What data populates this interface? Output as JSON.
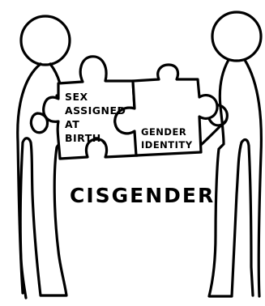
{
  "diagram": {
    "left_piece_lines": [
      "SEX",
      "ASSIGNED",
      "AT",
      "BIRTH"
    ],
    "right_piece_lines": [
      "GENDER",
      "IDENTITY"
    ],
    "caption": "CISGENDER"
  }
}
